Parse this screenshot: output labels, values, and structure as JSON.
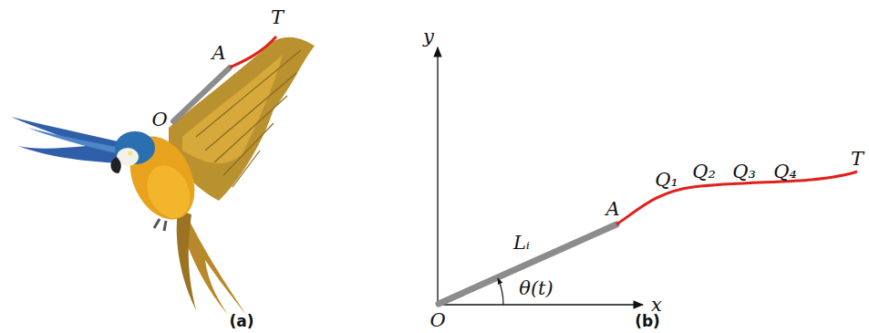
{
  "diagram": {
    "labels": [
      "T",
      "A",
      "O",
      "(a)",
      "y",
      "x",
      "O",
      "Lᵢ",
      "θ(t)",
      "A",
      "Q₁",
      "Q₂",
      "Q₃",
      "Q₄",
      "T",
      "(b)"
    ]
  }
}
